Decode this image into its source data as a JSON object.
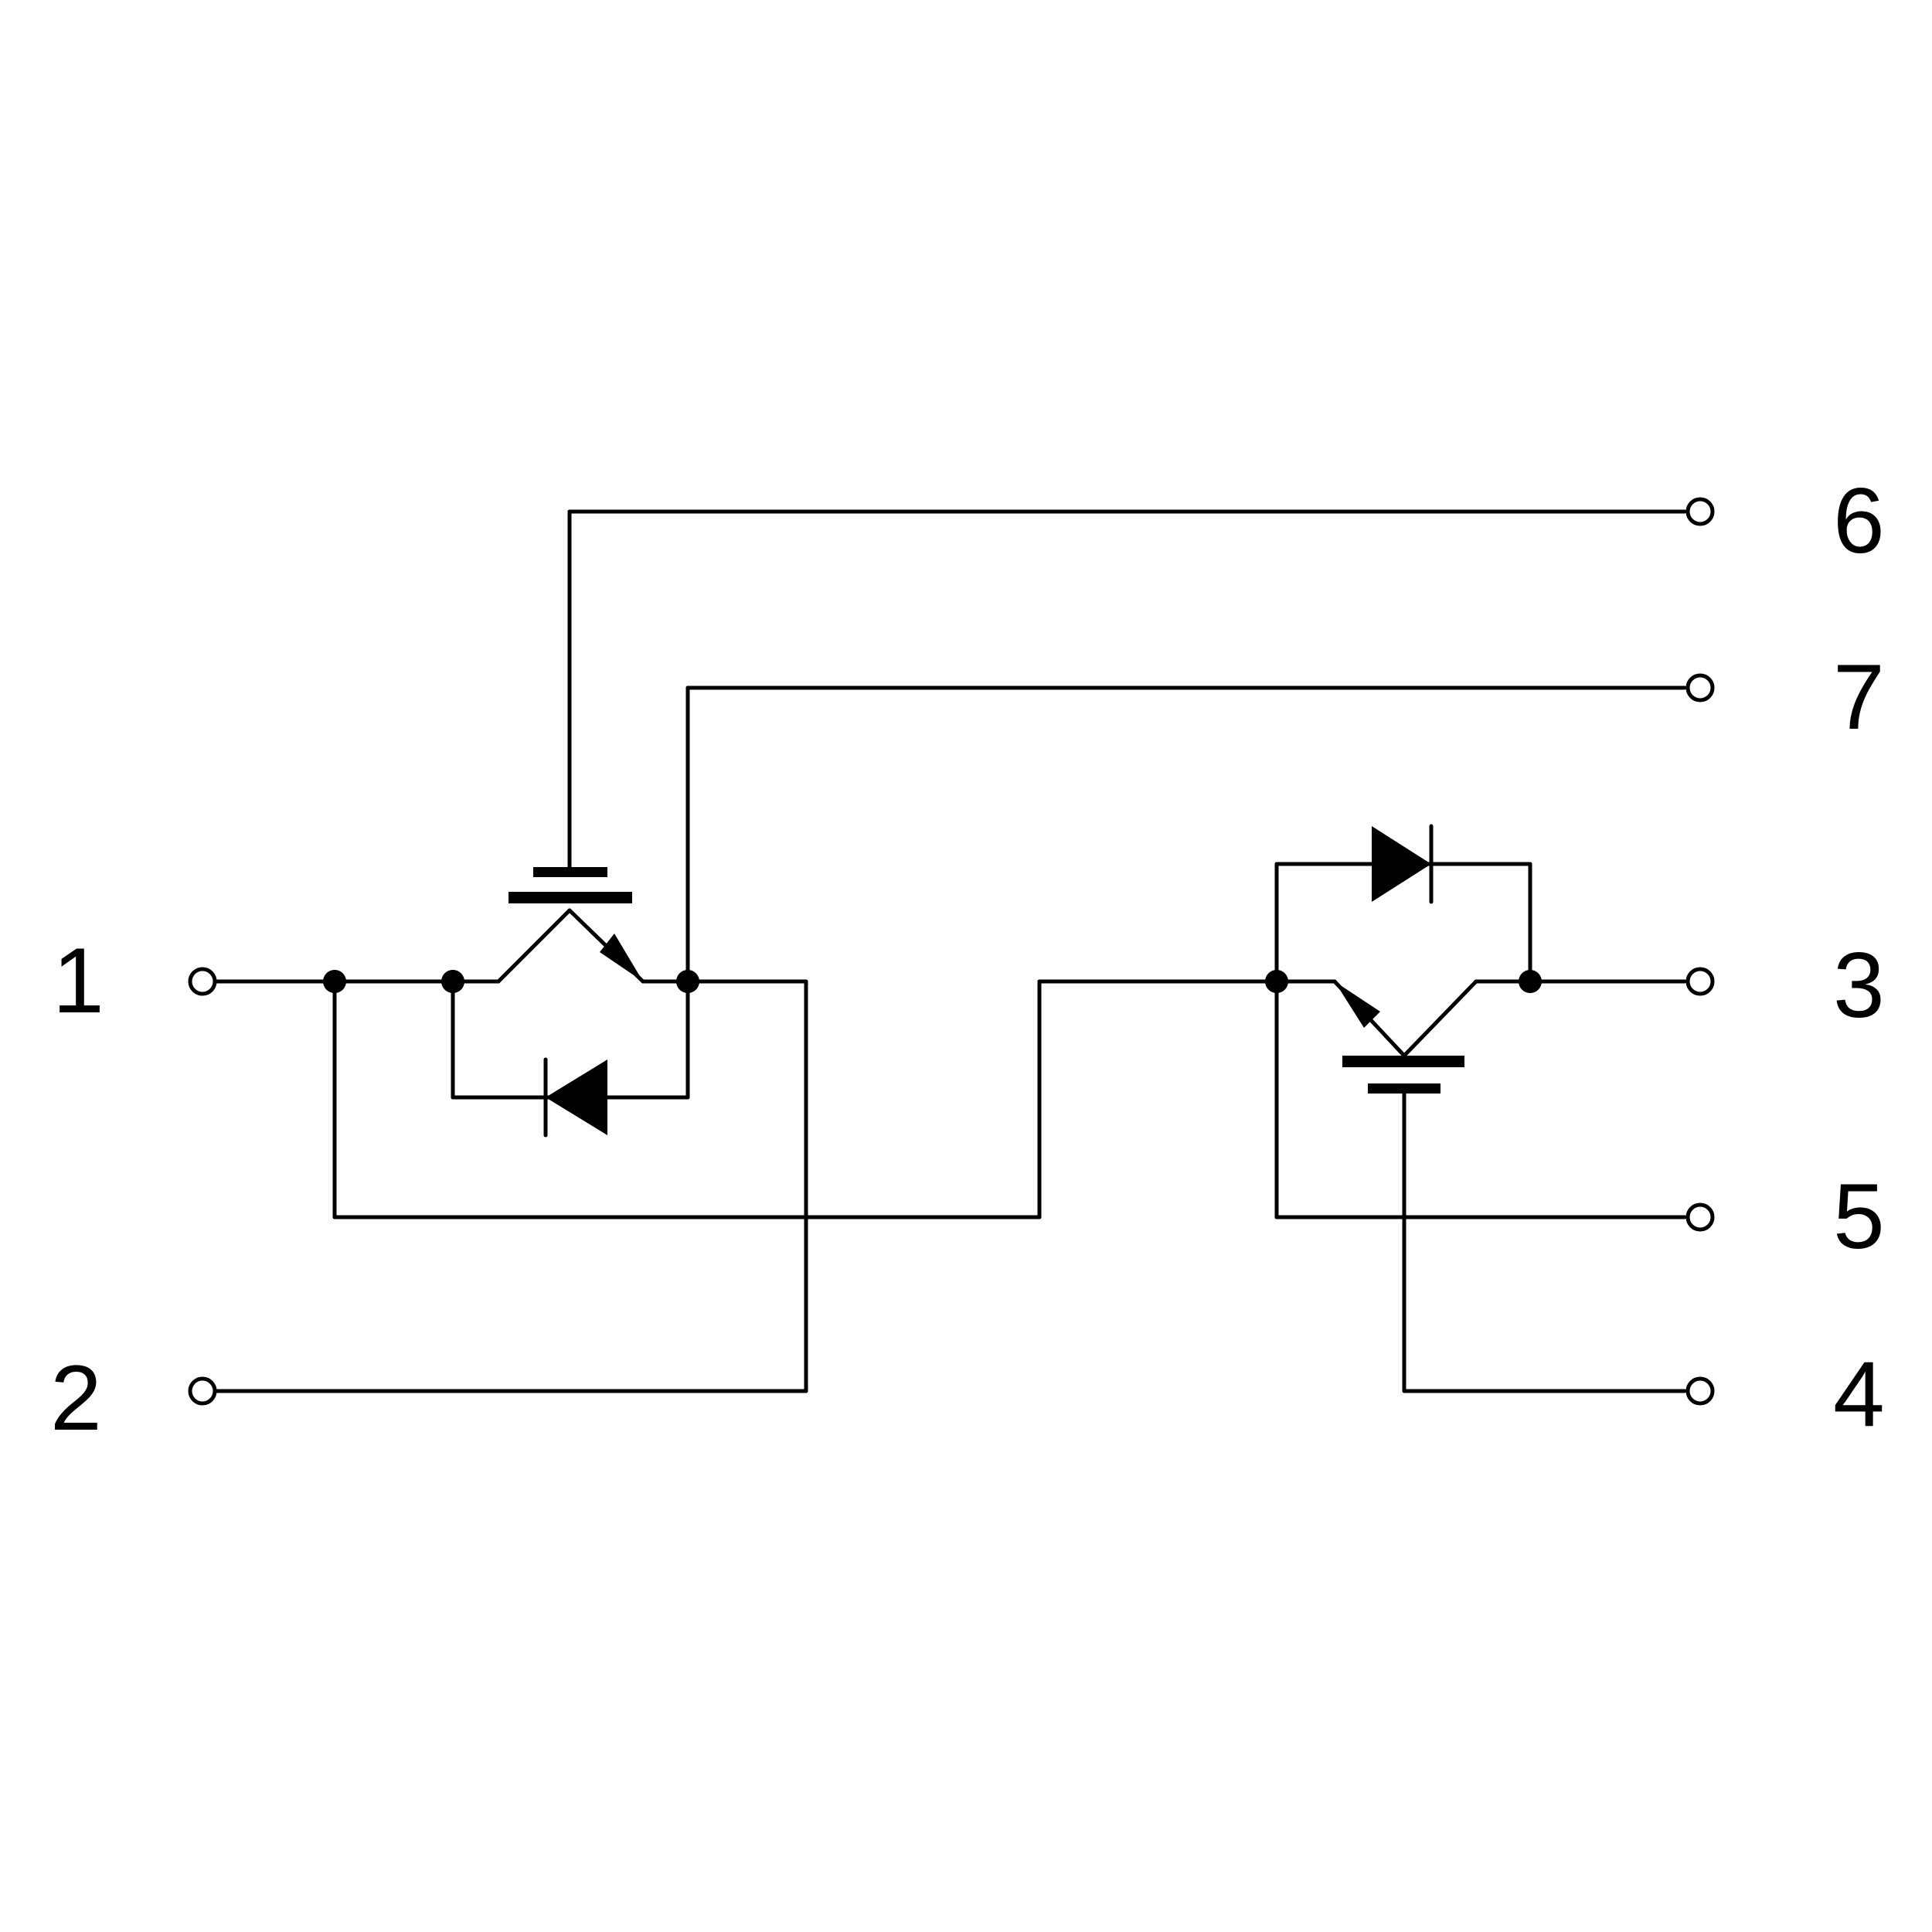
{
  "pins": {
    "p1": "1",
    "p2": "2",
    "p3": "3",
    "p4": "4",
    "p5": "5",
    "p6": "6",
    "p7": "7"
  },
  "colors": {
    "line": "#000000",
    "background": "#ffffff"
  },
  "components": [
    {
      "name": "igbt-left-icon",
      "type": "IGBT"
    },
    {
      "name": "diode-left-icon",
      "type": "freewheeling diode"
    },
    {
      "name": "igbt-right-icon",
      "type": "IGBT"
    },
    {
      "name": "diode-right-icon",
      "type": "freewheeling diode"
    }
  ]
}
